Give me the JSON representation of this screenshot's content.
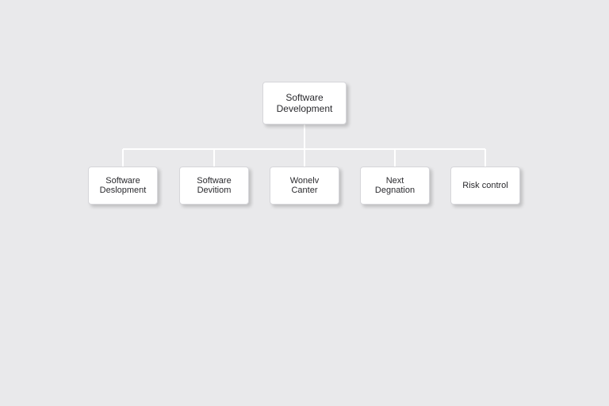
{
  "diagram": {
    "root": {
      "label": "Software\nDevelopment"
    },
    "children": [
      {
        "label": "Software\nDeslopment"
      },
      {
        "label": "Software\nDevitiom"
      },
      {
        "label": "Wonelv\nCanter"
      },
      {
        "label": "Next\nDegnation"
      },
      {
        "label": "Risk control"
      }
    ]
  },
  "colors": {
    "background": "#e9e9eb",
    "node_fill": "#ffffff",
    "connector": "#ffffff",
    "text": "#2a2a2e"
  }
}
